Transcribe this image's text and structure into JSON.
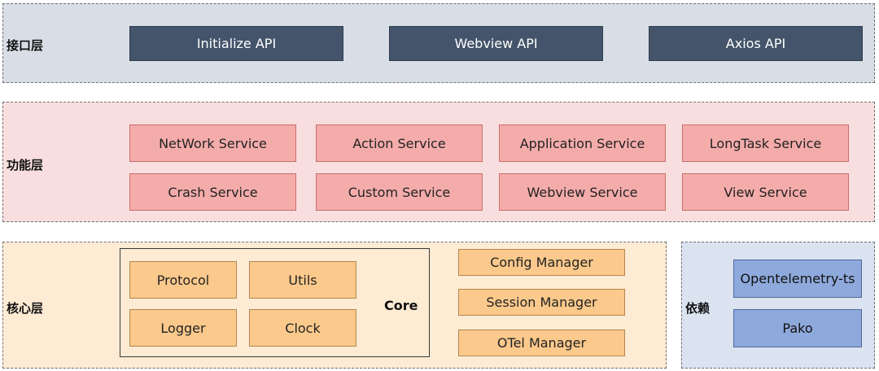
{
  "colors": {
    "interface_layer_bg": "#d9dde6",
    "function_layer_bg": "#f8dede",
    "core_layer_bg": "#fdebd3",
    "deps_layer_bg": "#dbe2f0",
    "api_box": "#44546a",
    "service_box": "#f4acab",
    "core_box": "#fbc98c",
    "dep_box": "#8ea9db"
  },
  "interface_layer": {
    "label": "接口层",
    "items": [
      "Initialize API",
      "Webview API",
      "Axios API"
    ]
  },
  "function_layer": {
    "label": "功能层",
    "items": [
      "NetWork Service",
      "Action Service",
      "Application Service",
      "LongTask Service",
      "Crash Service",
      "Custom Service",
      "Webview Service",
      "View Service"
    ]
  },
  "core_layer": {
    "label": "核心层",
    "core": {
      "title": "Core",
      "items": [
        "Protocol",
        "Utils",
        "Logger",
        "Clock"
      ]
    },
    "managers": [
      "Config Manager",
      "Session Manager",
      "OTel Manager"
    ]
  },
  "deps_layer": {
    "label": "依赖",
    "items": [
      "Opentelemetry-ts",
      "Pako"
    ]
  }
}
